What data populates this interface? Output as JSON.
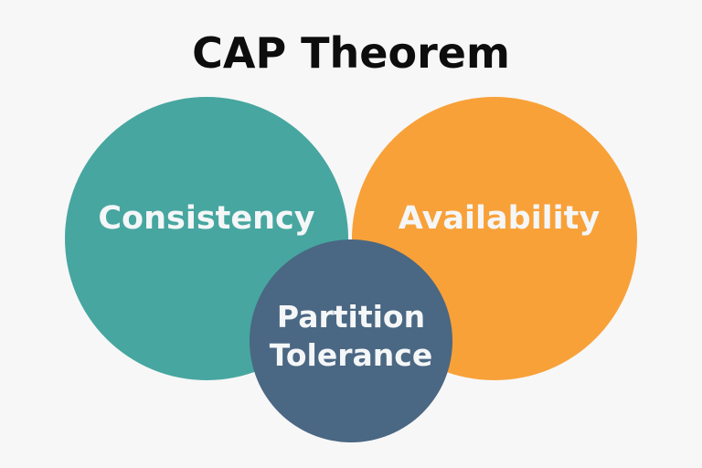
{
  "diagram": {
    "type": "venn",
    "title": "CAP Theorem",
    "background_color": "#f7f7f7",
    "circles": [
      {
        "id": "consistency",
        "label": "Consistency",
        "color": "#47a6a0"
      },
      {
        "id": "availability",
        "label": "Availability",
        "color": "#f8a139"
      },
      {
        "id": "partition-tolerance",
        "label_lines": [
          "Partition",
          "Tolerance"
        ],
        "color": "#4a6783"
      }
    ]
  }
}
